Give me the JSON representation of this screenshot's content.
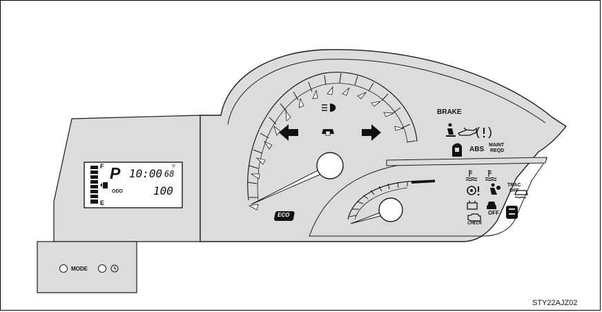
{
  "lcd": {
    "fuel_full_label": "F",
    "fuel_empty_label": "E",
    "shift_position": "P",
    "clock": "10:00",
    "temperature": "68",
    "temperature_unit": "°F",
    "trip_mode": "ODO",
    "odometer": "100"
  },
  "controls": {
    "mode_label": "MODE"
  },
  "indicators": {
    "brake": "BRAKE",
    "abs": "ABS",
    "maint_line1": "MAINT",
    "maint_line2": "REQD",
    "trac_line1": "TRAC",
    "trac_line2": "OFF",
    "vsc_off": "OFF",
    "check": "CHECK",
    "eco": "ECO"
  },
  "figure_code": "STY22AJZ02",
  "colors": {
    "panel_fill": "#dcdcdc",
    "outline": "#1a1a1a",
    "lcd_fill": "#ffffff"
  }
}
